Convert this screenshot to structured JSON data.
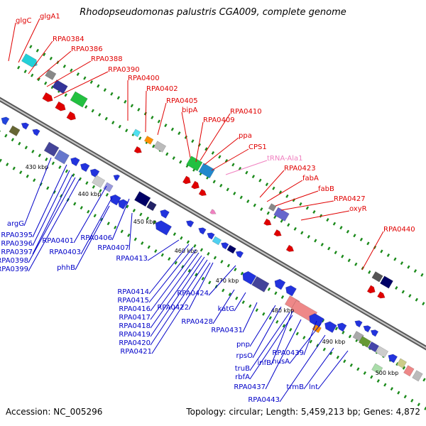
{
  "title": "Rhodopseudomonas palustris CGA009, complete genome",
  "accession": "Accession: NC_005296",
  "topology": "Topology: circular; Length: 5,459,213 bp; Genes: 4,872",
  "colors": {
    "backbone": "#8a8a8a",
    "forward_label": "#e00000",
    "reverse_label": "#0000c8",
    "rna_label": "#f080c0",
    "dots": "#1a8a1a"
  },
  "scale_ticks": [
    "430 kbp",
    "440 kbp",
    "450 kbp",
    "460 kbp",
    "470 kbp",
    "480 kbp",
    "490 kbp",
    "500 kbp"
  ],
  "forward_labels": [
    "glgC",
    "glgA1",
    "RPA0384",
    "RPA0386",
    "RPA0388",
    "RPA0390",
    "RPA0400",
    "RPA0402",
    "RPA0405",
    "bipA",
    "RPA0409",
    "RPA0410",
    "ppa",
    "CPS1",
    "tRNA-Ala1",
    "RPA0423",
    "fabA",
    "fabB",
    "RPA0427",
    "oxyR",
    "RPA0440"
  ],
  "reverse_labels": [
    "argG",
    "RPA0395",
    "RPA0396",
    "RPA0397",
    "RPA0398",
    "RPA0399",
    "RPA0401",
    "RPA0403",
    "phhB",
    "RPA0406",
    "RPA0407",
    "RPA0413",
    "RPA0414",
    "RPA0415",
    "RPA0416",
    "RPA0417",
    "RPA0418",
    "RPA0419",
    "RPA0420",
    "RPA0421",
    "RPA0422",
    "RPA0424",
    "RPA0428",
    "katG",
    "RPA0431",
    "pnp",
    "rpsO",
    "infB",
    "truB",
    "rbfA",
    "RPA0437",
    "nusA",
    "RPA0439",
    "trmB",
    "lnt",
    "RPA0443"
  ]
}
